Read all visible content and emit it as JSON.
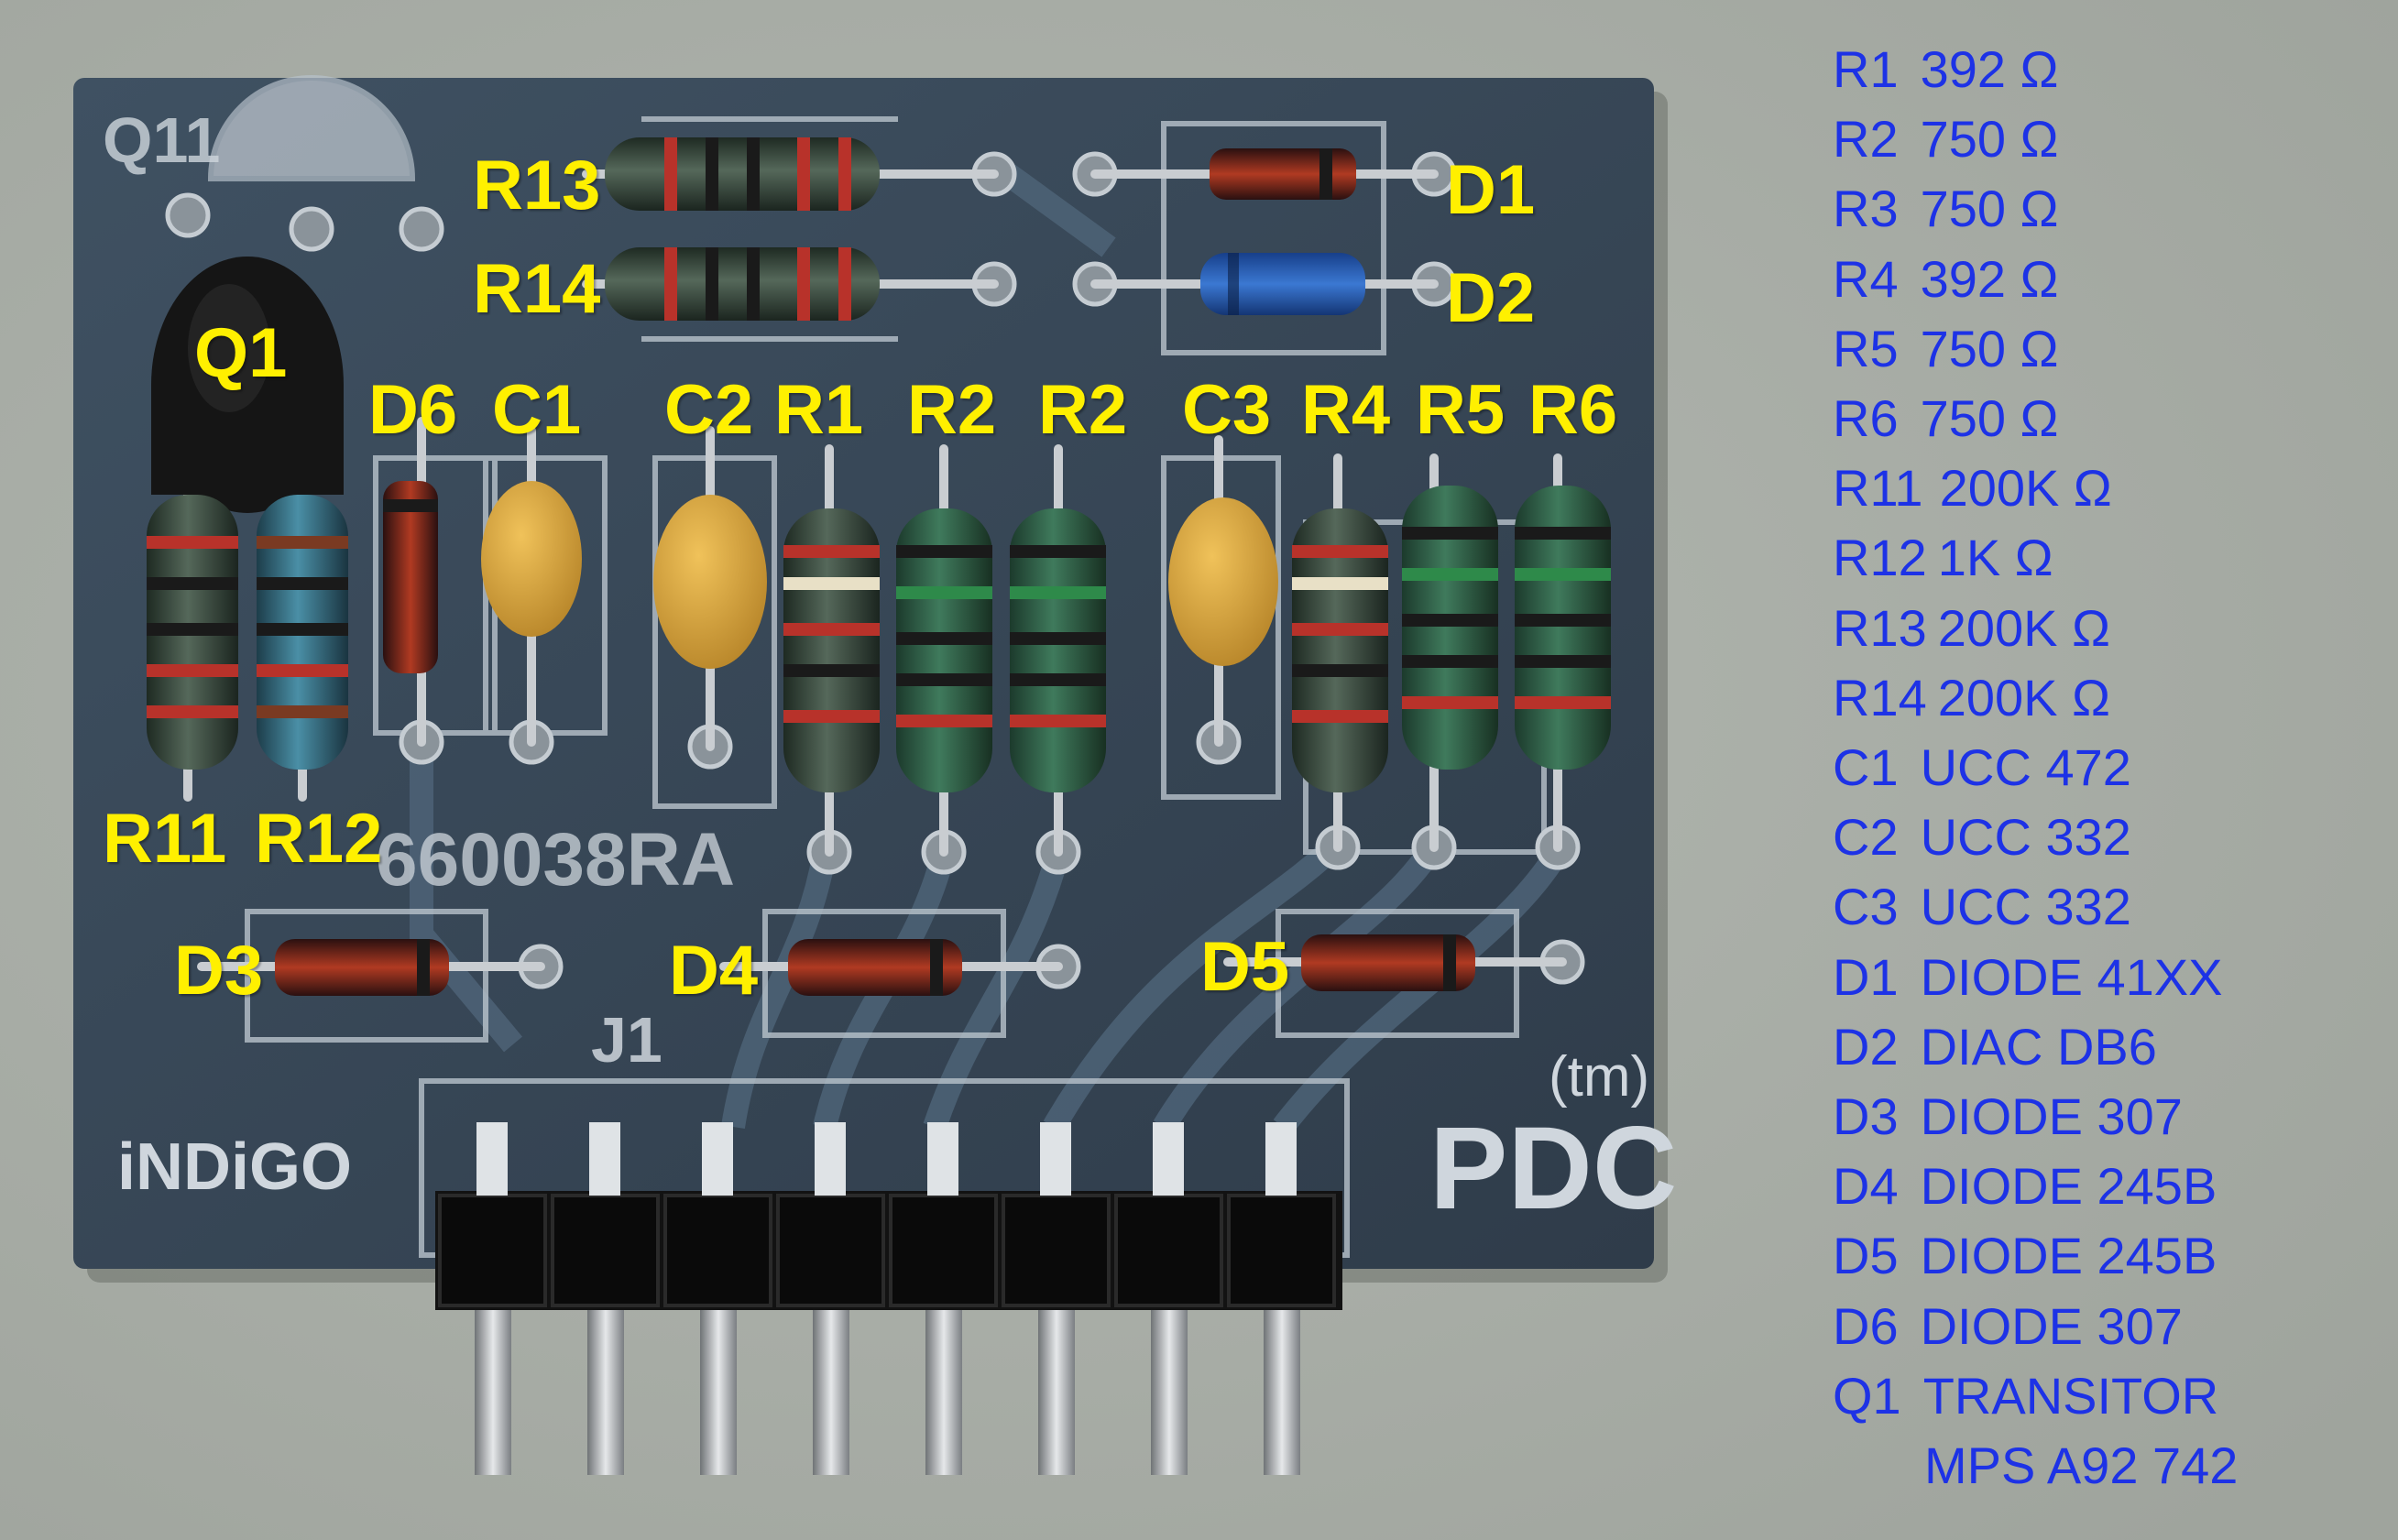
{
  "photo": {
    "description_icon": "pcb-photo",
    "colors": {
      "background": "#a9aea7",
      "pcb": "#3b4a5a",
      "label": "#fff000",
      "bom_text": "#1d32e6",
      "silkscreen": "#cfd6dd"
    },
    "silkscreen": {
      "q11": "Q11",
      "part_number": "660038RA",
      "j1": "J1",
      "brand": "iNDiGO",
      "pdc": "PDC",
      "tm": "(tm)"
    },
    "labels": {
      "q1": "Q1",
      "r13": "R13",
      "r14": "R14",
      "d1": "D1",
      "d2": "D2",
      "d6": "D6",
      "c1": "C1",
      "c2": "C2",
      "r1": "R1",
      "r2a": "R2",
      "r2b": "R2",
      "c3": "C3",
      "r4": "R4",
      "r5": "R5",
      "r6": "R6",
      "r11": "R11",
      "r12": "R12",
      "d3": "D3",
      "d4": "D4",
      "d5": "D5"
    }
  },
  "bom": [
    {
      "ref": "R1",
      "value": "392 Ω"
    },
    {
      "ref": "R2",
      "value": "750 Ω"
    },
    {
      "ref": "R3",
      "value": "750 Ω"
    },
    {
      "ref": "R4",
      "value": "392 Ω"
    },
    {
      "ref": "R5",
      "value": "750 Ω"
    },
    {
      "ref": "R6",
      "value": "750 Ω"
    },
    {
      "ref": "R11",
      "value": "200K Ω"
    },
    {
      "ref": "R12",
      "value": "1K Ω"
    },
    {
      "ref": "R13",
      "value": "200K Ω"
    },
    {
      "ref": "R14",
      "value": "200K Ω"
    },
    {
      "ref": "C1",
      "value": "UCC 472"
    },
    {
      "ref": "C2",
      "value": "UCC 332"
    },
    {
      "ref": "C3",
      "value": "UCC 332"
    },
    {
      "ref": "D1",
      "value": "DIODE 41XX"
    },
    {
      "ref": "D2",
      "value": "DIAC DB6"
    },
    {
      "ref": "D3",
      "value": "DIODE 307"
    },
    {
      "ref": "D4",
      "value": "DIODE 245B"
    },
    {
      "ref": "D5",
      "value": "DIODE 245B"
    },
    {
      "ref": "D6",
      "value": "DIODE 307"
    },
    {
      "ref": "Q1",
      "value": "TRANSITOR"
    }
  ],
  "bom_continuation": "MPS A92 742"
}
